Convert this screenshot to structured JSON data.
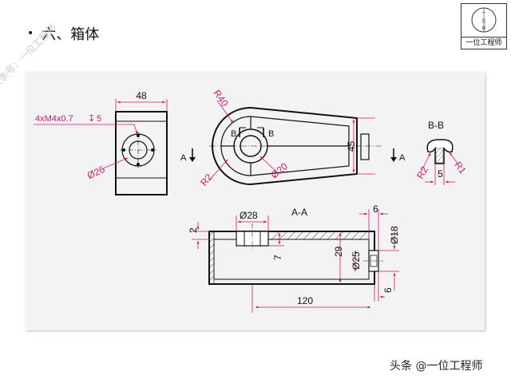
{
  "slide": {
    "bullet": "•",
    "title": "六、箱体"
  },
  "logo": {
    "caption": "一位工程师",
    "glyphs": [
      "一",
      "位",
      "师"
    ]
  },
  "watermark": "头条号：一位工程师",
  "footer": "头条 @一位工程师",
  "drawing": {
    "colors": {
      "line": "#111111",
      "dimension": "#d01870",
      "background": "#f3f3f3"
    },
    "views": {
      "top_view": {
        "dim_width": "48",
        "thread_callout": "4xM4x0.7",
        "thread_depth": "5",
        "dim_circle": "Ø26"
      },
      "main_view": {
        "dim_outer_radius": "R40",
        "dim_fillet": "R2",
        "dim_bore": "Ø20",
        "dim_height": "45",
        "section_mark_b_left": "B",
        "section_mark_b_right": "B",
        "section_mark_a_left": "A",
        "section_mark_a_right": "A"
      },
      "section_bb": {
        "label": "B-B",
        "dim_r2": "R2",
        "dim_r1": "R1",
        "dim_width": "5"
      },
      "section_aa": {
        "label": "A-A",
        "dim_bore": "Ø28",
        "dim_wall": "2",
        "dim_depth": "7",
        "dim_height": "29",
        "dim_inner": "Ø25",
        "dim_outer": "Ø18",
        "dim_top_offset": "6",
        "dim_bottom_offset": "6",
        "dim_length": "120"
      }
    }
  }
}
